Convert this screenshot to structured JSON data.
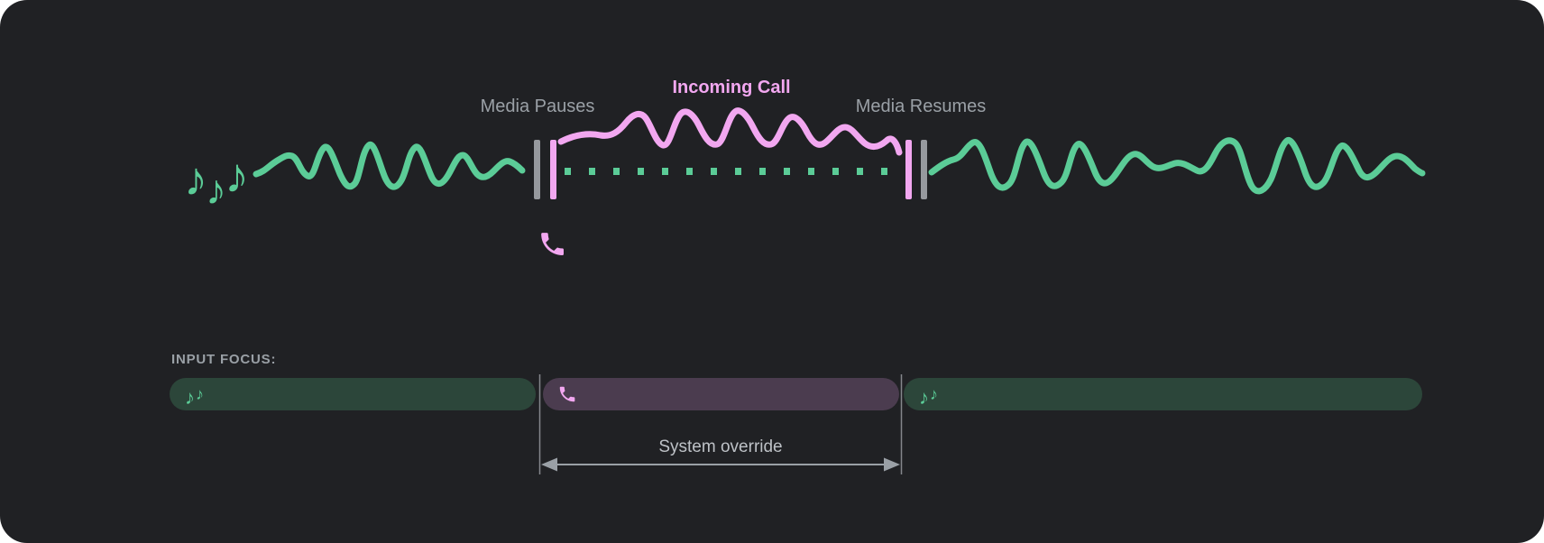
{
  "diagram": {
    "media_pauses_label": "Media Pauses",
    "incoming_call_label": "Incoming Call",
    "media_resumes_label": "Media Resumes"
  },
  "input_focus": {
    "heading": "INPUT FOCUS:",
    "override_label": "System override",
    "segments": [
      {
        "name": "media-playing",
        "icon": "music-notes-icon"
      },
      {
        "name": "incoming-call",
        "icon": "phone-icon"
      },
      {
        "name": "media-playing",
        "icon": "music-notes-icon"
      }
    ]
  },
  "icons": {
    "music_note": "♪"
  },
  "colors": {
    "background": "#202124",
    "media_green": "#5BCC97",
    "call_pink": "#F2A7F0",
    "marker_gray": "#96999E",
    "label_gray": "#9AA0A6",
    "override_text": "#BDC1C6",
    "focus_media_bg": "#2C463A",
    "focus_call_bg": "#4B3C4F"
  }
}
